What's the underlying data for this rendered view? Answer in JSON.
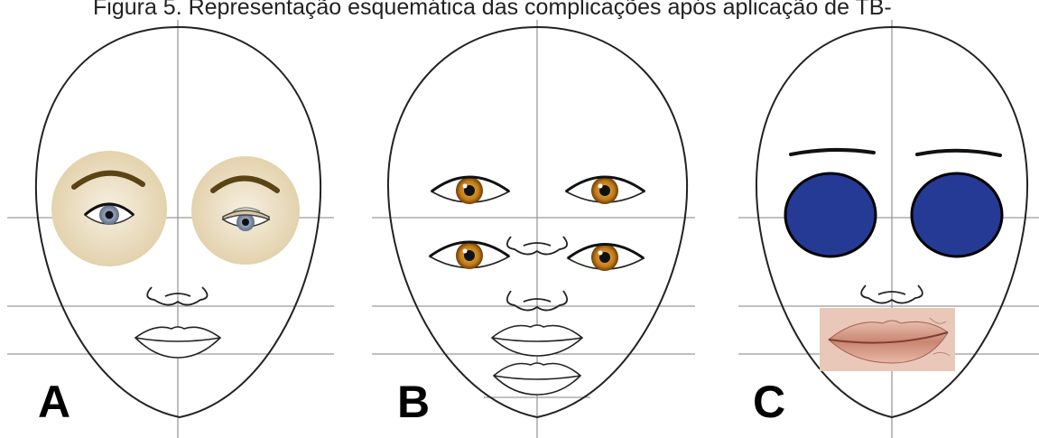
{
  "caption": "Figura 5. Representação esquemática das complicações após aplicação de TB-",
  "panels": [
    {
      "id": "A",
      "label": "A"
    },
    {
      "id": "B",
      "label": "B"
    },
    {
      "id": "C",
      "label": "C"
    }
  ],
  "colors": {
    "face_outline": "#222222",
    "guide_line": "#9a9a9a",
    "eye_halo": "#e9dcc0",
    "iris_gray": "#7f8fa8",
    "iris_brown": "#c07a17",
    "eye_cover_fill": "#253a94",
    "lip_photo": "#d39a85"
  }
}
